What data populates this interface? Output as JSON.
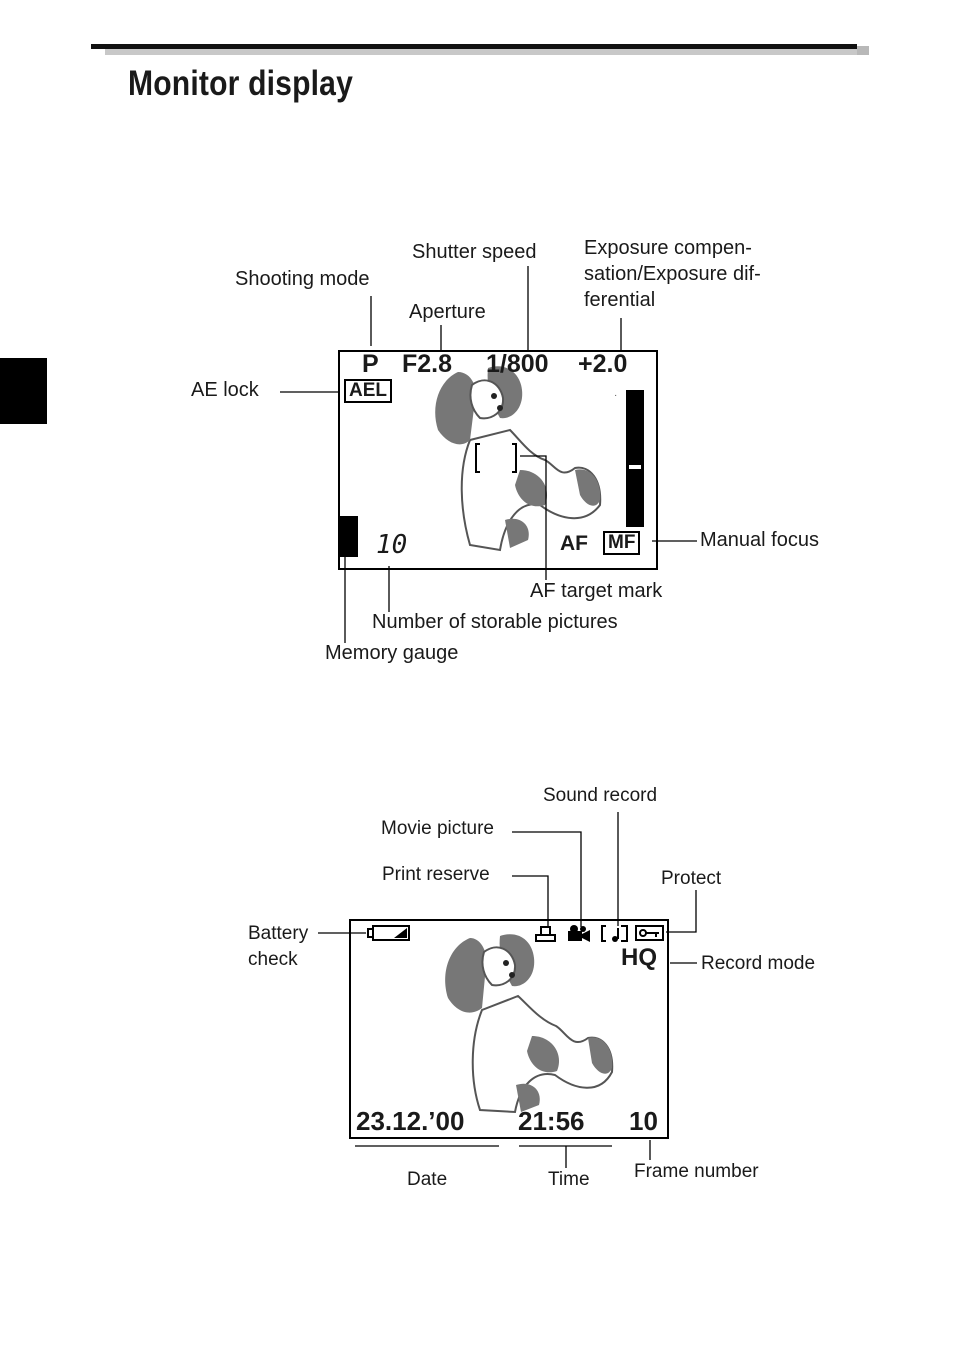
{
  "page": {
    "title": "Monitor display"
  },
  "shooting_screen": {
    "osd": {
      "mode": "P",
      "aperture": "F2.8",
      "shutter": "1/800",
      "exposure_comp": "+2.0",
      "ae_lock": "AEL",
      "storable": "10",
      "af": "AF",
      "mf": "MF"
    },
    "labels": {
      "shutter_speed": "Shutter speed",
      "shooting_mode": "Shooting mode",
      "aperture": "Aperture",
      "exposure_1": "Exposure compen-",
      "exposure_2": "sation/Exposure dif-",
      "exposure_3": "ferential",
      "ae_lock": "AE lock",
      "manual_focus": "Manual focus",
      "af_target": "AF target mark",
      "storable": "Number of storable pictures",
      "memory_gauge": "Memory gauge"
    }
  },
  "playback_screen": {
    "osd": {
      "record_mode": "HQ",
      "date": "23.12.’00",
      "time": "21:56",
      "frame": "10"
    },
    "icons": [
      "battery-icon",
      "print-icon",
      "movie-icon",
      "sound-icon",
      "protect-key-icon"
    ],
    "labels": {
      "sound_record": "Sound record",
      "movie_picture": "Movie picture",
      "print_reserve": "Print reserve",
      "protect": "Protect",
      "battery_1": "Battery",
      "battery_2": "check",
      "record_mode": "Record mode",
      "date": "Date",
      "time": "Time",
      "frame_number": "Frame number"
    }
  }
}
